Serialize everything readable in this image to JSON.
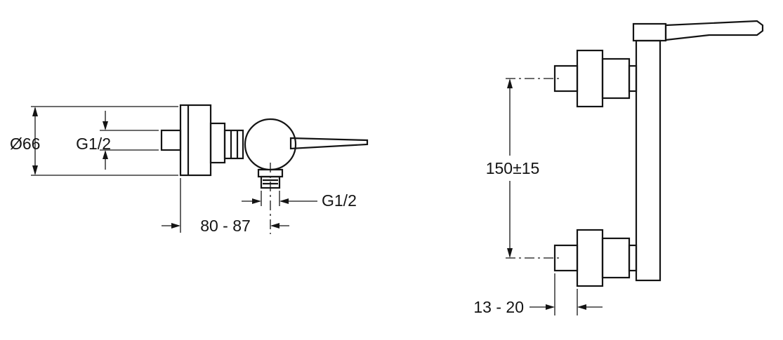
{
  "drawing": {
    "left_view": {
      "flange_diameter": "Ø66",
      "inlet_thread": "G1/2",
      "outlet_thread": "G1/2",
      "depth_range": "80 - 87"
    },
    "right_view": {
      "inlet_spacing": "150±15",
      "wall_clearance": "13 - 20"
    }
  },
  "colors": {
    "line": "#141414",
    "background": "#ffffff"
  }
}
